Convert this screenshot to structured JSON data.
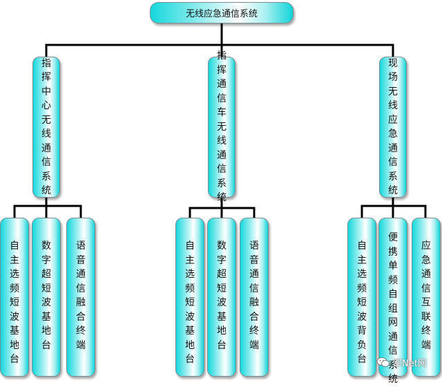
{
  "root": {
    "label": "无线应急通信系统"
  },
  "branches": [
    {
      "label": "指挥中心无线通信系统",
      "children": [
        "自主选频短波基地台",
        "数字超短波基地台",
        "语音通信融合终端"
      ]
    },
    {
      "label": "指挥通信车无线通信系统",
      "children": [
        "自主选频短波基地台",
        "数字超短波基地台",
        "语音通信融合终端"
      ]
    },
    {
      "label": "现场无线应急通信系统",
      "children": [
        "自主选频短波背负台",
        "便携单频自组网通信系统",
        "应急通信互联终端"
      ]
    }
  ],
  "watermark": {
    "text": "军Net网",
    "icon": "wechat-icon"
  }
}
